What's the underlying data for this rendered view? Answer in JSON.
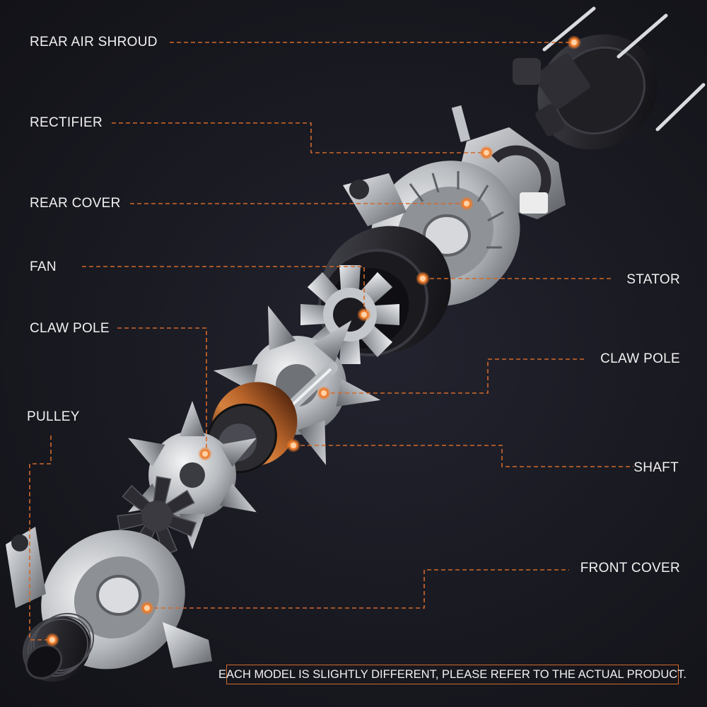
{
  "labels": {
    "rear_air_shroud": "REAR AIR SHROUD",
    "rectifier": "RECTIFIER",
    "rear_cover": "REAR COVER",
    "fan": "FAN",
    "claw_pole_left": "CLAW POLE",
    "pulley": "PULLEY",
    "stator": "STATOR",
    "claw_pole_right": "CLAW POLE",
    "shaft": "SHAFT",
    "front_cover": "FRONT COVER"
  },
  "notice": "EACH MODEL IS SLIGHTLY DIFFERENT, PLEASE REFER TO THE ACTUAL PRODUCT.",
  "colors": {
    "background": "#16161f",
    "leader_line": "#d2692a",
    "marker_dot": "#f08030",
    "label_text": "#f2f2f2",
    "metal": "#c9cbce",
    "dark_part": "#2b2b30",
    "copper_winding": "#b8642a"
  }
}
